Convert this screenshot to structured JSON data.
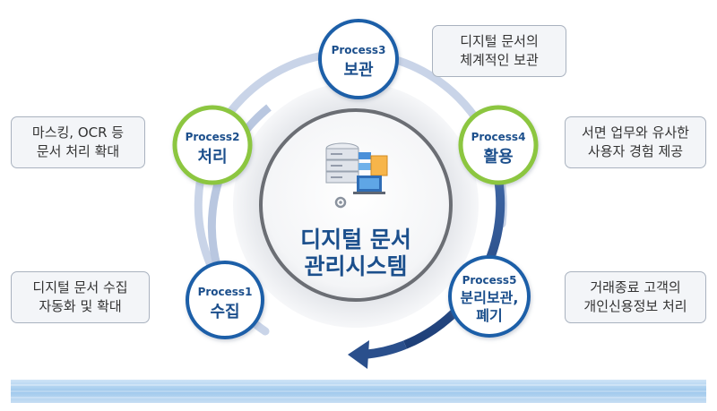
{
  "center": {
    "title_line1": "디지털 문서",
    "title_line2": "관리시스템",
    "icon": "server-documents-icon"
  },
  "processes": [
    {
      "id": "process3",
      "label": "Process3",
      "name": "보관",
      "name_line2": "",
      "ring": "blue"
    },
    {
      "id": "process2",
      "label": "Process2",
      "name": "처리",
      "name_line2": "",
      "ring": "green"
    },
    {
      "id": "process4",
      "label": "Process4",
      "name": "활용",
      "name_line2": "",
      "ring": "green"
    },
    {
      "id": "process1",
      "label": "Process1",
      "name": "수집",
      "name_line2": "",
      "ring": "blue"
    },
    {
      "id": "process5",
      "label": "Process5",
      "name": "분리보관,",
      "name_line2": "폐기",
      "ring": "blue"
    }
  ],
  "descriptions": [
    {
      "id": "desc-process3",
      "lines": [
        "디지털 문서의",
        "체계적인 보관"
      ]
    },
    {
      "id": "desc-process2",
      "lines": [
        "마스킹, OCR 등",
        "문서 처리 확대"
      ]
    },
    {
      "id": "desc-process4",
      "lines": [
        "서면 업무와 유사한",
        "사용자 경험 제공"
      ]
    },
    {
      "id": "desc-process1",
      "lines": [
        "디지털 문서 수집",
        "자동화 및 확대"
      ]
    },
    {
      "id": "desc-process5",
      "lines": [
        "거래종료 고객의",
        "개인신용정보 처리"
      ]
    }
  ],
  "colors": {
    "blue_ring": "#1f5fa8",
    "green_ring": "#8cc63f",
    "node_text": "#1b4f8c",
    "title_text": "#1b4f8c",
    "cycle_dark": "#2a4f8c",
    "cycle_light": "#c9d4e8"
  }
}
